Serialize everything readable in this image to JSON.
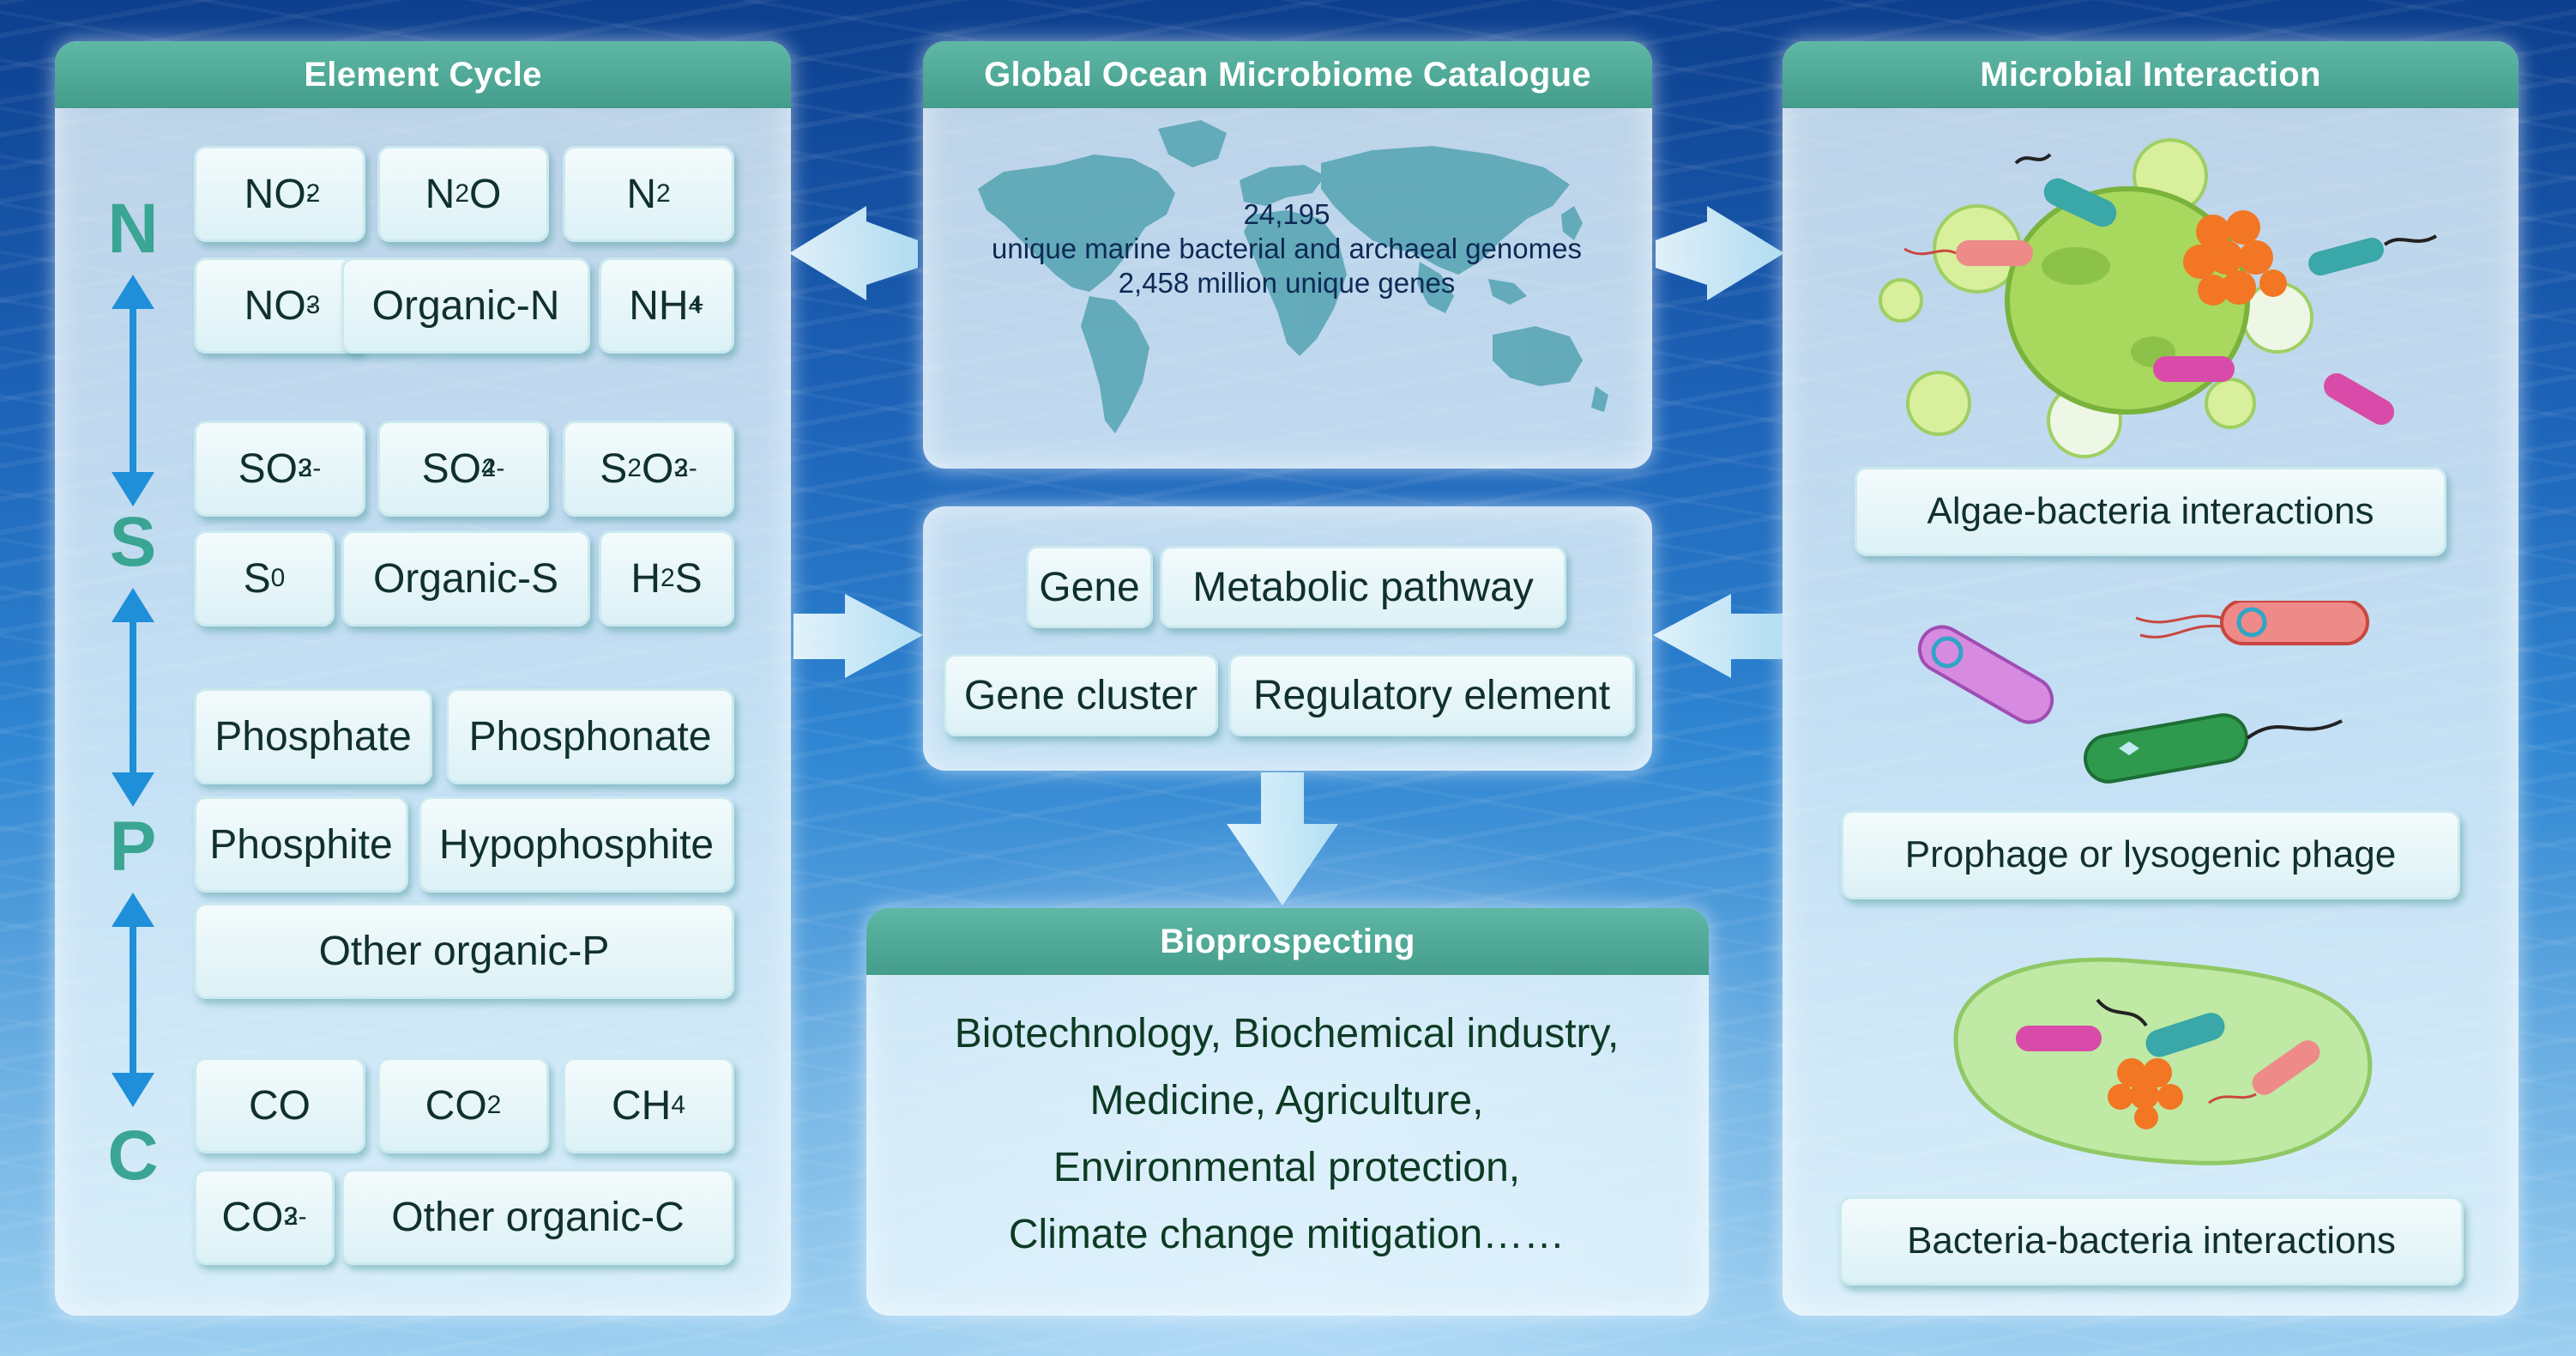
{
  "element_cycle": {
    "title": "Element Cycle",
    "letters": [
      "N",
      "S",
      "P",
      "C"
    ],
    "nitrogen": [
      {
        "base": "NO",
        "sub": "2",
        "sup": "-"
      },
      {
        "base": "N",
        "sub": "2",
        "base2": "O"
      },
      {
        "base": "N",
        "sub": "2"
      },
      {
        "base": "NO",
        "sub": "3",
        "sup": "-"
      },
      {
        "base": "Organic-N"
      },
      {
        "base": "NH",
        "sub": "4",
        "sup": "+"
      }
    ],
    "sulfur": [
      {
        "base": "SO",
        "sub": "3",
        "sup": "2-"
      },
      {
        "base": "SO",
        "sub": "4",
        "sup": "2-"
      },
      {
        "base": "S",
        "sub": "2",
        "base2": "O",
        "sub2": "3",
        "sup": "2-"
      },
      {
        "base": "S",
        "sup": "0"
      },
      {
        "base": "Organic-S"
      },
      {
        "base": "H",
        "sub": "2",
        "base2": "S"
      }
    ],
    "phosphorus": [
      {
        "base": "Phosphate"
      },
      {
        "base": "Phosphonate"
      },
      {
        "base": "Phosphite"
      },
      {
        "base": "Hypophosphite"
      },
      {
        "base": "Other organic-P"
      }
    ],
    "carbon": [
      {
        "base": "CO"
      },
      {
        "base": "CO",
        "sub": "2"
      },
      {
        "base": "CH",
        "sub": "4"
      },
      {
        "base": "CO",
        "sub": "3",
        "sup": "2-"
      },
      {
        "base": "Other organic-C"
      }
    ]
  },
  "catalogue": {
    "title": "Global Ocean Microbiome Catalogue",
    "line1": "24,195",
    "line2": "unique marine bacterial and archaeal genomes",
    "line3": "2,458 million unique genes"
  },
  "genetic_elements": [
    "Gene",
    "Metabolic pathway",
    "Gene cluster",
    "Regulatory element"
  ],
  "microbial_interaction": {
    "title": "Microbial Interaction",
    "labels": [
      "Algae-bacteria interactions",
      "Prophage or lysogenic phage",
      "Bacteria-bacteria interactions"
    ]
  },
  "bioprospecting": {
    "title": "Bioprospecting",
    "lines": [
      "Biotechnology, Biochemical industry,",
      "Medicine, Agriculture,",
      "Environmental protection,",
      "Climate change mitigation……"
    ]
  },
  "colors": {
    "header": "#449c8a",
    "letter": "#3aa592",
    "arrow": "#dff3fb",
    "map": "#5aa6b5",
    "cycle_arrow": "#1e8fd8"
  }
}
